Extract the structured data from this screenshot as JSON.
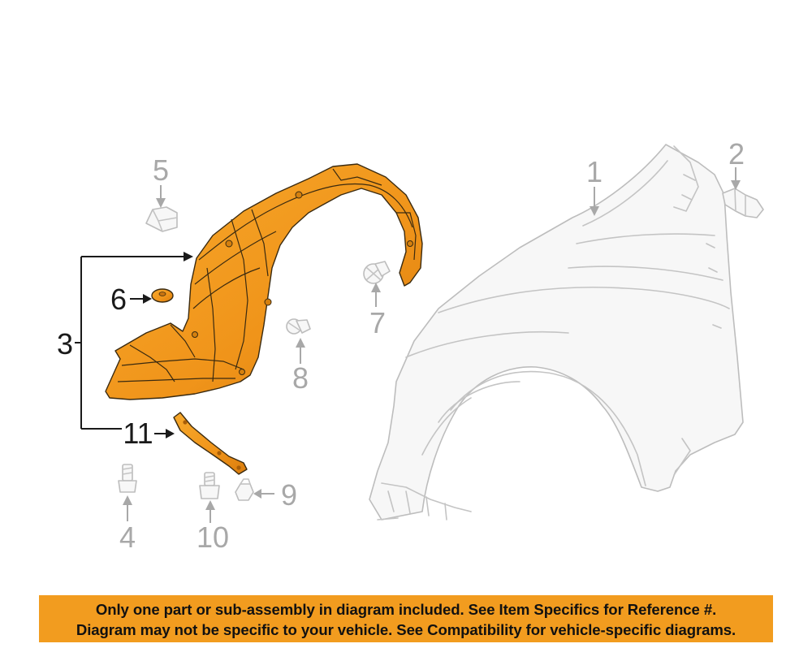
{
  "callouts": {
    "c1": "1",
    "c2": "2",
    "c3": "3",
    "c4": "4",
    "c5": "5",
    "c6": "6",
    "c7": "7",
    "c8": "8",
    "c9": "9",
    "c10": "10",
    "c11": "11"
  },
  "notice": {
    "line1": "Only one part or sub-assembly in diagram included. See Item Specifics for Reference #.",
    "line2": "Diagram may not be specific to your vehicle. See Compatibility for vehicle-specific diagrams."
  },
  "colors": {
    "highlight": "#f29c1f",
    "ghost_outline": "#c4c4c4",
    "callout_dark": "#1a1a1a",
    "callout_gray": "#a8a8a8"
  }
}
